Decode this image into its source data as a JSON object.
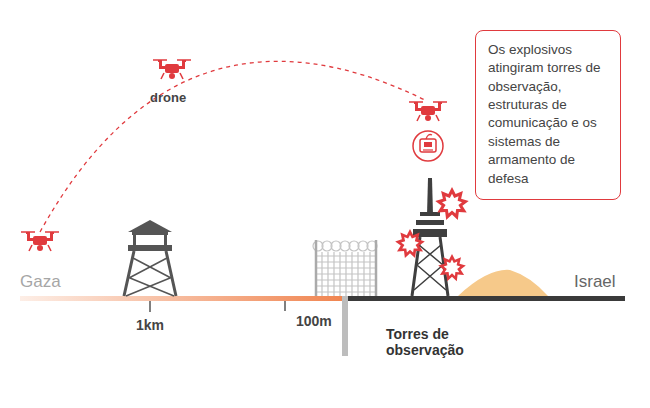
{
  "diagram": {
    "nodes": [
      {
        "text": [
          "Os explosivos atingiram torres de observação, estruturas de comunicação e os sistemas de armamento de defesa"
        ]
      }
    ],
    "labels": [
      "drone",
      "Gaza",
      "Israel",
      "1km",
      "100m",
      "Torres de observação"
    ]
  }
}
